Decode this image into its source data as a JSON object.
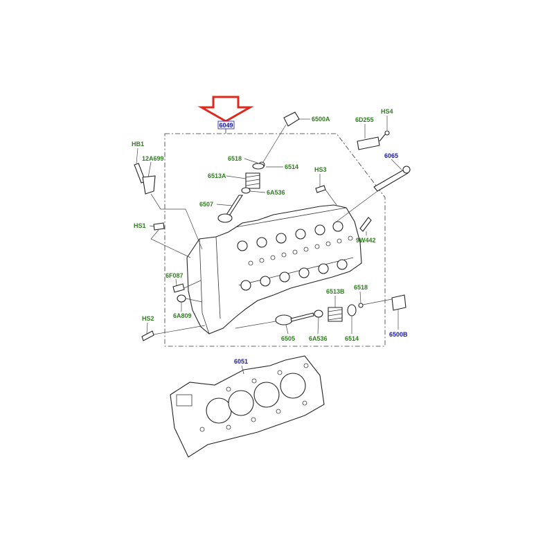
{
  "colors": {
    "green_label": "#2e7d1f",
    "blue_label": "#1a1aa6",
    "arrow_red": "#e0281e",
    "line": "#333333"
  },
  "icons": {
    "pointer": "red-down-arrow-icon"
  },
  "assembly": {
    "label": "6049"
  },
  "labels": {
    "p6500A": "6500A",
    "p6D255": "6D255",
    "pHS4": "HS4",
    "pHB1": "HB1",
    "p12A699": "12A699",
    "p6518_top": "6518",
    "p6514_top": "6514",
    "pHS3": "HS3",
    "p6065": "6065",
    "p6513A": "6513A",
    "p6A536_top": "6A536",
    "p6507": "6507",
    "pHS1": "HS1",
    "p9W442": "9W442",
    "p6F087": "6F087",
    "p6A809": "6A809",
    "pHS2": "HS2",
    "p6513B": "6513B",
    "p6518_bottom": "6518",
    "p6505": "6505",
    "p6A536_bottom": "6A536",
    "p6514_bottom": "6514",
    "p6500B": "6500B",
    "p6051": "6051"
  }
}
